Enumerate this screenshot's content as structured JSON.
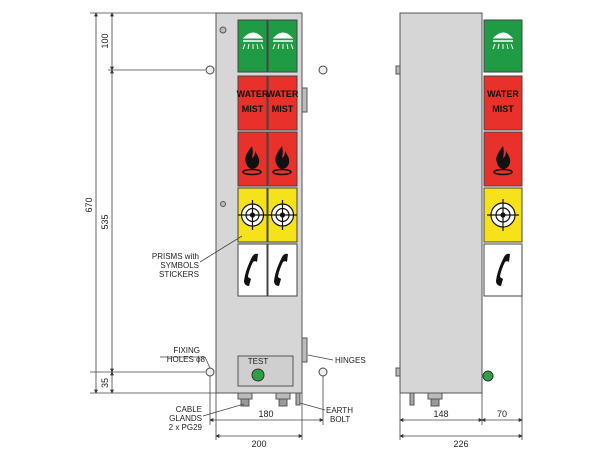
{
  "front_view": {
    "dimensions": {
      "d100": "100",
      "d670": "670",
      "d535": "535",
      "d35": "35",
      "d180": "180",
      "d200": "200"
    },
    "callouts": {
      "prisms_line1": "PRISMS with",
      "prisms_line2": "SYMBOLS",
      "prisms_line3": "STICKERS",
      "fixing_line1": "FIXING",
      "fixing_line2": "HOLES ϕ8",
      "hinges": "HINGES",
      "cable_line1": "CABLE",
      "cable_line2": "GLANDS",
      "cable_line3": "2 x PG29",
      "earth_line1": "EARTH",
      "earth_line2": "BOLT"
    },
    "test_label": "TEST",
    "water_mist_line1": "WATER",
    "water_mist_line2": "MIST"
  },
  "side_view": {
    "dimensions": {
      "d148": "148",
      "d70": "70",
      "d226": "226"
    },
    "water_mist_line1": "WATER",
    "water_mist_line2": "MIST"
  },
  "colors": {
    "green": "#1f9a45",
    "red": "#e8312a",
    "yellow": "#f5e21a",
    "white": "#ffffff",
    "panel": "#d4d4d4"
  }
}
